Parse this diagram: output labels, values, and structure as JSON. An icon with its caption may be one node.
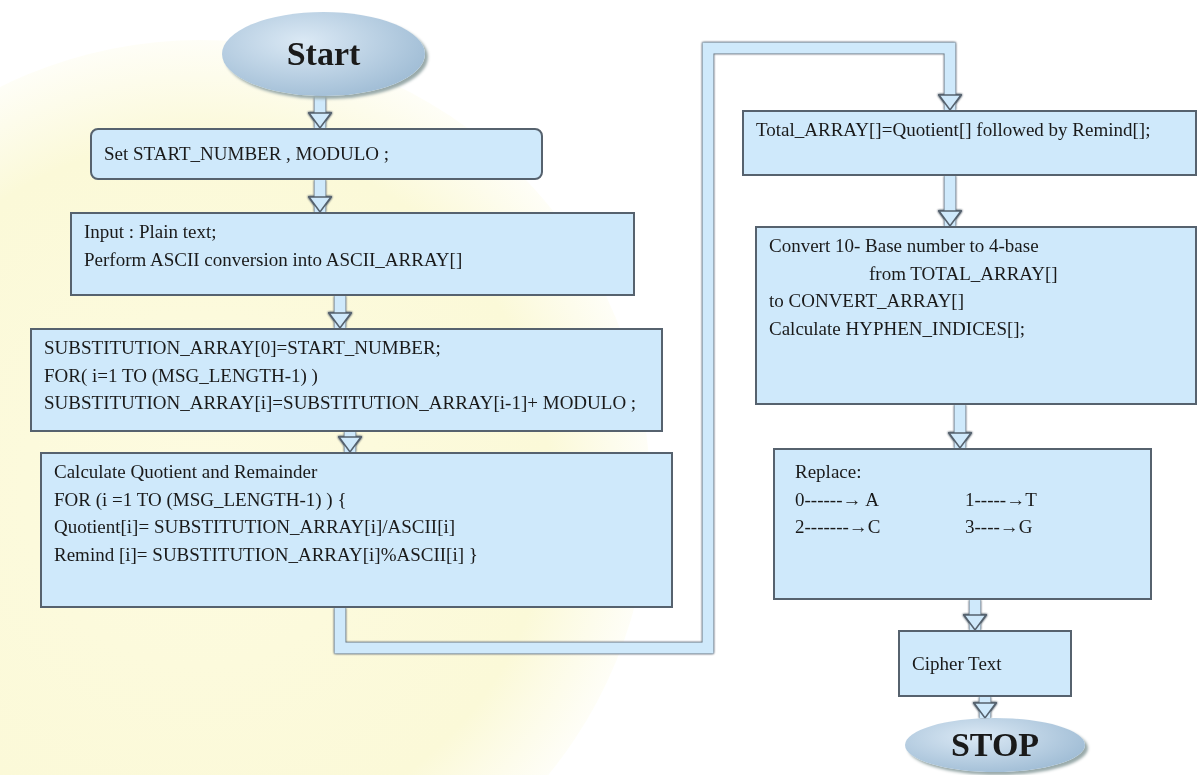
{
  "diagram": {
    "nodes": [
      {
        "text": [
          "Start"
        ]
      },
      {
        "text": [
          "Set START_NUMBER , MODULO ;"
        ]
      },
      {
        "text": [
          "Input : Plain text;",
          "Perform ASCII conversion into ASCII_ARRAY[]"
        ]
      },
      {
        "text": [
          "SUBSTITUTION_ARRAY[0]=START_NUMBER;",
          "FOR( i=1 TO (MSG_LENGTH-1) )",
          "SUBSTITUTION_ARRAY[i]=SUBSTITUTION_ARRAY[i-1]+ MODULO ;"
        ]
      },
      {
        "text": [
          "Calculate Quotient and Remainder",
          "FOR (i =1 TO (MSG_LENGTH-1) ) {",
          "Quotient[i]= SUBSTITUTION_ARRAY[i]/ASCII[i]",
          "Remind [i]= SUBSTITUTION_ARRAY[i]%ASCII[i] }"
        ]
      },
      {
        "text": [
          "Total_ARRAY[]=Quotient[] followed by Remind[];"
        ]
      },
      {
        "text": [
          "Convert 10- Base number to 4-base",
          "from TOTAL_ARRAY[]",
          "to CONVERT_ARRAY[]",
          "Calculate HYPHEN_INDICES[];"
        ]
      },
      {
        "text": [
          "Replace:",
          "0------→ A",
          "1-----→T",
          "2-------→C",
          "3----→G"
        ]
      },
      {
        "text": [
          "Cipher Text"
        ]
      },
      {
        "text": [
          "STOP"
        ]
      }
    ],
    "edges": [
      {
        "from": 0,
        "to": 1,
        "arrow": "to"
      },
      {
        "from": 1,
        "to": 2,
        "arrow": "to"
      },
      {
        "from": 2,
        "to": 3,
        "arrow": "to"
      },
      {
        "from": 3,
        "to": 4,
        "arrow": "to"
      },
      {
        "from": 4,
        "to": 5,
        "arrow": "to"
      },
      {
        "from": 5,
        "to": 6,
        "arrow": "to"
      },
      {
        "from": 6,
        "to": 7,
        "arrow": "to"
      },
      {
        "from": 7,
        "to": 8,
        "arrow": "to"
      },
      {
        "from": 8,
        "to": 9,
        "arrow": "to"
      }
    ]
  }
}
